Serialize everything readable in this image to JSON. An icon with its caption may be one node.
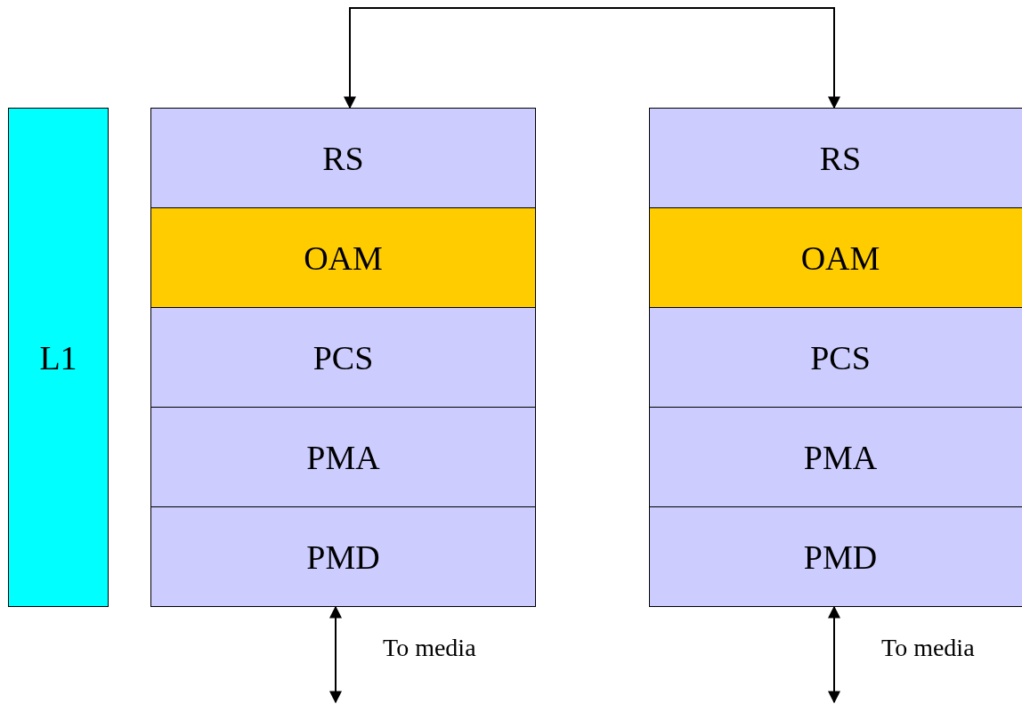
{
  "diagram": {
    "nodes": [
      {
        "text": [
          "L1"
        ]
      },
      {
        "text": [
          "RS"
        ]
      },
      {
        "text": [
          "OAM"
        ]
      },
      {
        "text": [
          "PCS"
        ]
      },
      {
        "text": [
          "PMA"
        ]
      },
      {
        "text": [
          "PMD"
        ]
      },
      {
        "text": [
          "RS"
        ]
      },
      {
        "text": [
          "OAM"
        ]
      },
      {
        "text": [
          "PCS"
        ]
      },
      {
        "text": [
          "PMA"
        ]
      },
      {
        "text": [
          "PMD"
        ]
      }
    ],
    "edges": [
      {
        "from": 1,
        "to": 6,
        "arrow": "both"
      },
      {
        "from": 5,
        "to": null,
        "arrow": "both",
        "label": "To media"
      },
      {
        "from": 10,
        "to": null,
        "arrow": "both",
        "label": "To media"
      }
    ]
  }
}
